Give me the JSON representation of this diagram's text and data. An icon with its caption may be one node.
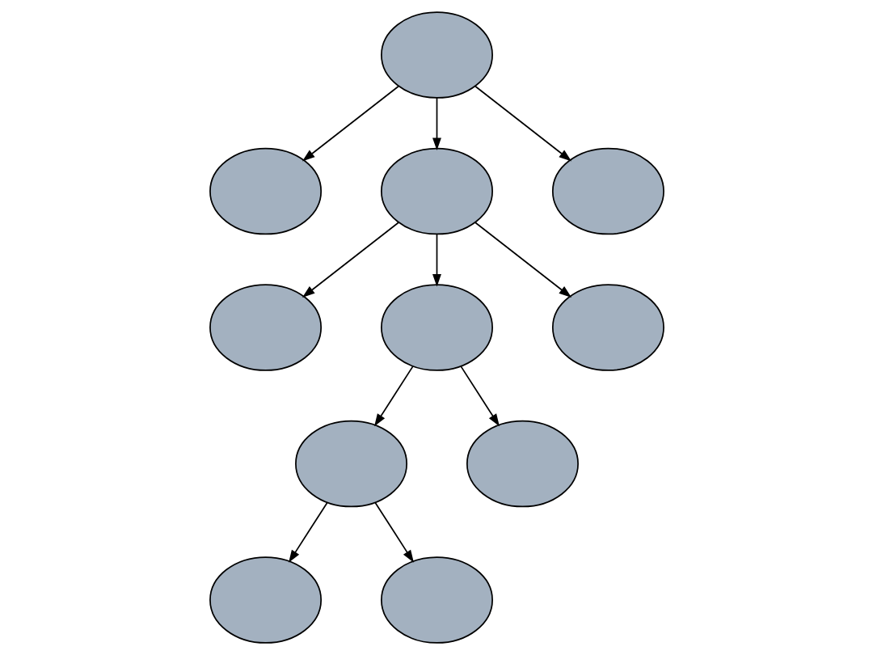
{
  "diagram": {
    "nodes": [
      {
        "text": [],
        "shape": "ellipse"
      },
      {
        "text": [],
        "shape": "ellipse"
      },
      {
        "text": [],
        "shape": "ellipse"
      },
      {
        "text": [],
        "shape": "ellipse"
      },
      {
        "text": [],
        "shape": "ellipse"
      },
      {
        "text": [],
        "shape": "ellipse"
      },
      {
        "text": [],
        "shape": "ellipse"
      },
      {
        "text": [],
        "shape": "ellipse"
      },
      {
        "text": [],
        "shape": "ellipse"
      },
      {
        "text": [],
        "shape": "ellipse"
      },
      {
        "text": [],
        "shape": "ellipse"
      }
    ],
    "edges": [
      {
        "from": 0,
        "to": 1,
        "arrow": "to"
      },
      {
        "from": 0,
        "to": 2,
        "arrow": "to"
      },
      {
        "from": 0,
        "to": 3,
        "arrow": "to"
      },
      {
        "from": 2,
        "to": 4,
        "arrow": "to"
      },
      {
        "from": 2,
        "to": 5,
        "arrow": "to"
      },
      {
        "from": 2,
        "to": 6,
        "arrow": "to"
      },
      {
        "from": 5,
        "to": 7,
        "arrow": "to"
      },
      {
        "from": 5,
        "to": 8,
        "arrow": "to"
      },
      {
        "from": 7,
        "to": 9,
        "arrow": "to"
      },
      {
        "from": 7,
        "to": 10,
        "arrow": "to"
      }
    ]
  }
}
